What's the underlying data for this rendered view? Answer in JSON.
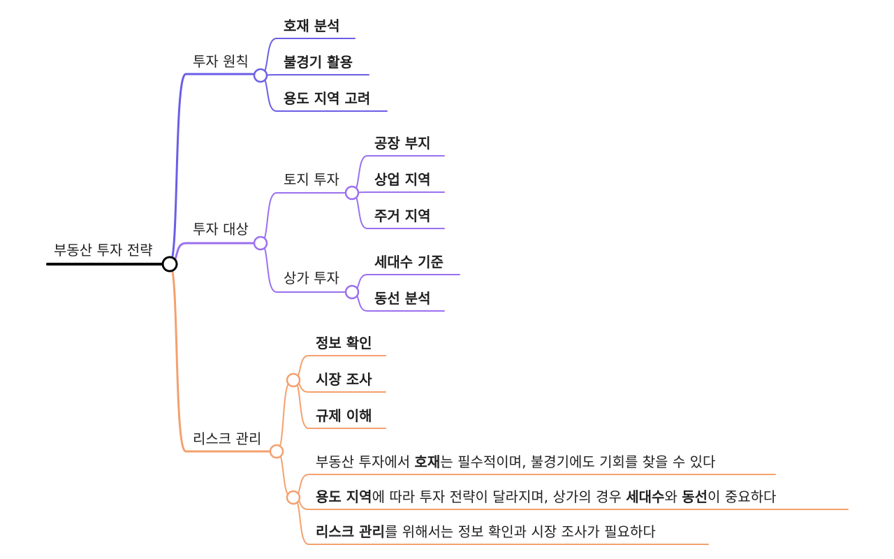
{
  "colors": {
    "root": "#000000",
    "principle": "#6a5ee6",
    "target": "#9b6ff0",
    "risk": "#f4a06e"
  },
  "root": {
    "label": "부동산 투자 전략"
  },
  "branches": [
    {
      "label": "투자 원칙",
      "children": [
        {
          "label": "호재 분석"
        },
        {
          "label": "불경기 활용"
        },
        {
          "label": "용도 지역 고려"
        }
      ]
    },
    {
      "label": "투자 대상",
      "children": [
        {
          "label": "토지 투자",
          "children": [
            {
              "label": "공장 부지"
            },
            {
              "label": "상업 지역"
            },
            {
              "label": "주거 지역"
            }
          ]
        },
        {
          "label": "상가 투자",
          "children": [
            {
              "label": "세대수 기준"
            },
            {
              "label": "동선 분석"
            }
          ]
        }
      ]
    },
    {
      "label": "리스크 관리",
      "children": [
        {
          "group": [
            {
              "label": "정보 확인"
            },
            {
              "label": "시장 조사"
            },
            {
              "label": "규제 이해"
            }
          ]
        },
        {
          "notes": [
            {
              "parts": [
                {
                  "text": "부동산 투자에서 ",
                  "bold": false
                },
                {
                  "text": "호재",
                  "bold": true
                },
                {
                  "text": "는 필수적이며, 불경기에도 기회를 찾을 수 있다",
                  "bold": false
                }
              ]
            },
            {
              "parts": [
                {
                  "text": "용도 지역",
                  "bold": true
                },
                {
                  "text": "에 따라 투자 전략이 달라지며, 상가의 경우 ",
                  "bold": false
                },
                {
                  "text": "세대수",
                  "bold": true
                },
                {
                  "text": "와 ",
                  "bold": false
                },
                {
                  "text": "동선",
                  "bold": true
                },
                {
                  "text": "이 중요하다",
                  "bold": false
                }
              ]
            },
            {
              "parts": [
                {
                  "text": "리스크 관리",
                  "bold": true
                },
                {
                  "text": "를 위해서는 정보 확인과 시장 조사가 필요하다",
                  "bold": false
                }
              ]
            }
          ]
        }
      ]
    }
  ]
}
